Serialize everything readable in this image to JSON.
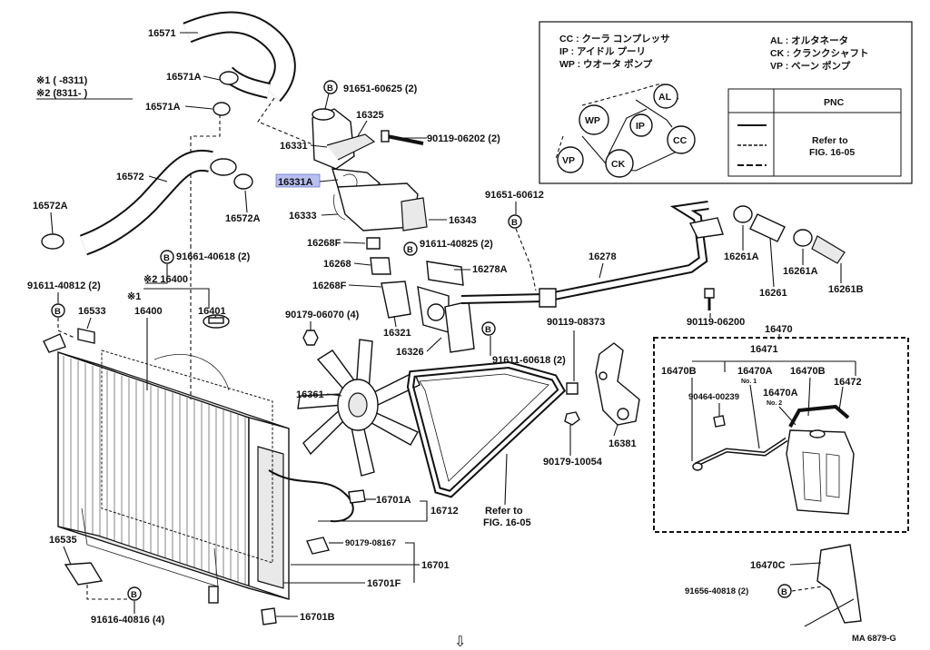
{
  "diagram_code": "MA 6879-G",
  "arrow_glyph": "⇩",
  "applicability": {
    "note1": "※1 (     -8311)",
    "note2": "※2 (8311-      )"
  },
  "legend": {
    "abbrev": [
      "CC : クーラ  コンプレッサ",
      "IP  : アイドル  プーリ",
      "WP : ウオータ  ポンプ",
      "AL : オルタネータ",
      "CK : クランクシャフト",
      "VP : ベーン  ポンプ"
    ],
    "pulleys": [
      "WP",
      "AL",
      "IP",
      "CC",
      "VP",
      "CK"
    ],
    "table_header": "PNC",
    "table_refer": "Refer to",
    "table_fig": "FIG. 16-05"
  },
  "labels": {
    "p16571": "16571",
    "p16571A_1": "16571A",
    "p16571A_2": "16571A",
    "p16572": "16572",
    "p16572A_1": "16572A",
    "p16572A_2": "16572A",
    "p91651_60625": "91651-60625 (2)",
    "p16325": "16325",
    "p16331": "16331",
    "p16331A": "16331A",
    "p90119_06202": "90119-06202 (2)",
    "p16333": "16333",
    "p16343": "16343",
    "p16268F_1": "16268F",
    "p16268": "16268",
    "p16268F_2": "16268F",
    "p91611_40825": "91611-40825 (2)",
    "p16278A": "16278A",
    "p91651_60612": "91651-60612",
    "p16278": "16278",
    "p16261A_1": "16261A",
    "p16261": "16261",
    "p16261A_2": "16261A",
    "p16261B": "16261B",
    "p90119_06200": "90119-06200",
    "p91661_40618": "91661-40618 (2)",
    "p91611_40812": "91611-40812 (2)",
    "p16400_note": "※2 16400",
    "p16400_1": "※1",
    "p16400": "16400",
    "p16401": "16401",
    "p16533": "16533",
    "p90179_06070": "90179-06070 (4)",
    "p16321": "16321",
    "p16326": "16326",
    "p91611_60618": "91611-60618 (2)",
    "p90119_08373": "90119-08373",
    "p16470": "16470",
    "p16471": "16471",
    "p16470B_1": "16470B",
    "p16470A_1": "16470A",
    "p16470A_1_no": "No. 1",
    "p16470B_2": "16470B",
    "p16472": "16472",
    "p90464_00239": "90464-00239",
    "p16470A_2": "16470A",
    "p16470A_2_no": "No. 2",
    "p16361": "16361",
    "p16381": "16381",
    "p90179_10054": "90179-10054",
    "p16701A": "16701A",
    "p16712": "16712",
    "refer_to": "Refer to",
    "fig_1605": "FIG. 16-05",
    "p16535": "16535",
    "p90179_08167": "90179-08167",
    "p16701": "16701",
    "p16701F": "16701F",
    "p91616_40816": "91616-40816 (4)",
    "p16701B": "16701B",
    "p16470C": "16470C",
    "p91656_40818": "91656-40818 (2)",
    "bolt_mark": "B"
  }
}
